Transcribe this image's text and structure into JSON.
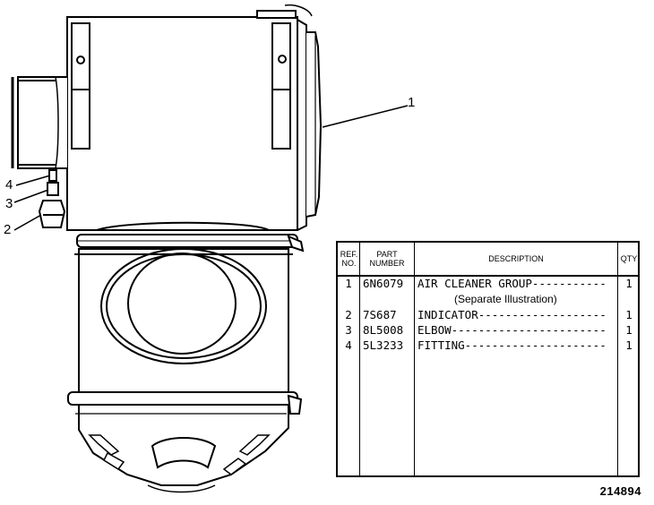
{
  "callouts": [
    "1",
    "2",
    "3",
    "4"
  ],
  "table": {
    "headers": {
      "ref_no": "REF. NO.",
      "part_number": "PART NUMBER",
      "description": "DESCRIPTION",
      "qty": "QTY"
    },
    "rows": [
      {
        "ref": "1",
        "part": "6N6079",
        "desc": "AIR CLEANER GROUP-----------",
        "note": "(Separate Illustration)",
        "qty": "1"
      },
      {
        "ref": "2",
        "part": "7S687",
        "desc": "INDICATOR-------------------",
        "qty": "1"
      },
      {
        "ref": "3",
        "part": "8L5008",
        "desc": "ELBOW-----------------------",
        "qty": "1"
      },
      {
        "ref": "4",
        "part": "5L3233",
        "desc": "FITTING---------------------",
        "qty": "1"
      }
    ]
  },
  "figure_number": "214894"
}
